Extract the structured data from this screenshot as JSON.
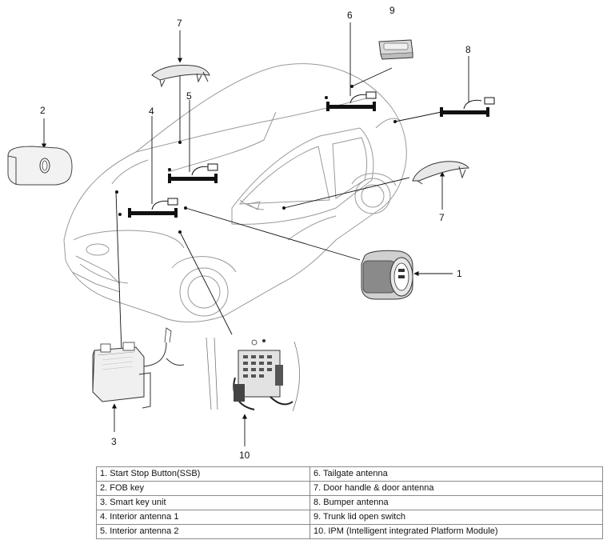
{
  "callouts": [
    "1",
    "2",
    "3",
    "4",
    "5",
    "6",
    "7",
    "7",
    "8",
    "9",
    "10"
  ],
  "legend": [
    [
      "1. Start Stop Button(SSB)",
      "6. Tailgate antenna"
    ],
    [
      "2. FOB key",
      "7. Door handle & door antenna"
    ],
    [
      "3. Smart key unit",
      "8. Bumper antenna"
    ],
    [
      "4. Interior antenna 1",
      "9. Trunk lid open switch"
    ],
    [
      "5. Interior antenna 2",
      "10. IPM (Intelligent integrated Platform Module)"
    ]
  ],
  "icons": [
    "car-illustration",
    "ssb-icon",
    "fob-key-icon",
    "smart-key-unit-icon",
    "antenna-icon",
    "door-handle-icon",
    "trunk-switch-icon",
    "ipm-module-icon"
  ]
}
